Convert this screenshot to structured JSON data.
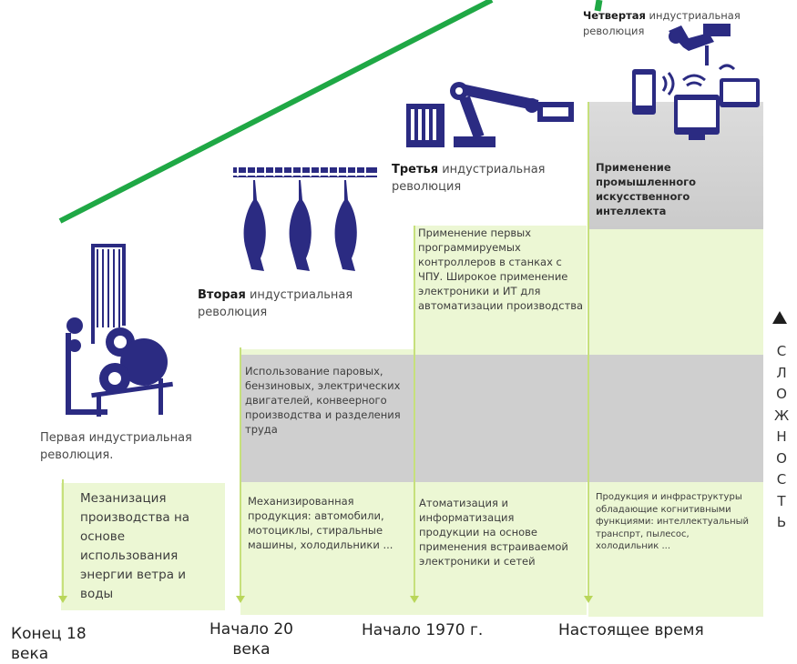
{
  "revolutions": [
    {
      "title_bold": "",
      "title_rest": "Первая индустриальная революция.",
      "description": "Мезанизация производства на основе использования энергии ветра и воды",
      "period": "Конец 18 века"
    },
    {
      "title_bold": "Вторая",
      "title_rest": " индустриальная революция",
      "grey_text": "Использование паровых, бензиновых, электрических двигателей, конвеерного производства и разделения труда",
      "description": "Механизированная продукция: автомобили, мотоциклы, стиральные машины, холодильники ...",
      "period": "Начало 20 века"
    },
    {
      "title_bold": "Третья",
      "title_rest": " индустриальная революция",
      "grey_text": "Применение первых программируемых контроллеров в станках с ЧПУ. Широкое применение электроники и ИТ для автоматизации производства",
      "description": "Атоматизация и информатизация продукции на основе применения встраиваемой электроники и сетей",
      "period": "Начало 1970 г."
    },
    {
      "title_bold": "Четвертая",
      "title_rest": " индустриальная революция",
      "grey_text": "Применение промышленного искусственного интеллекта",
      "description": "Продукция и инфраструктуры обладающие когнитивными функциями: интеллектуальный транспрт, пылесос, холодильник ...",
      "period": "Настоящее время"
    }
  ],
  "axis_label_letters": [
    "С",
    "Л",
    "О",
    "Ж",
    "Н",
    "О",
    "С",
    "Т",
    "Ь"
  ],
  "colors": {
    "accent_line": "#1fa845",
    "icon_blue": "#2b2b82",
    "panel_green": "#ecf7d4",
    "panel_grey": "#cfcfcf"
  }
}
